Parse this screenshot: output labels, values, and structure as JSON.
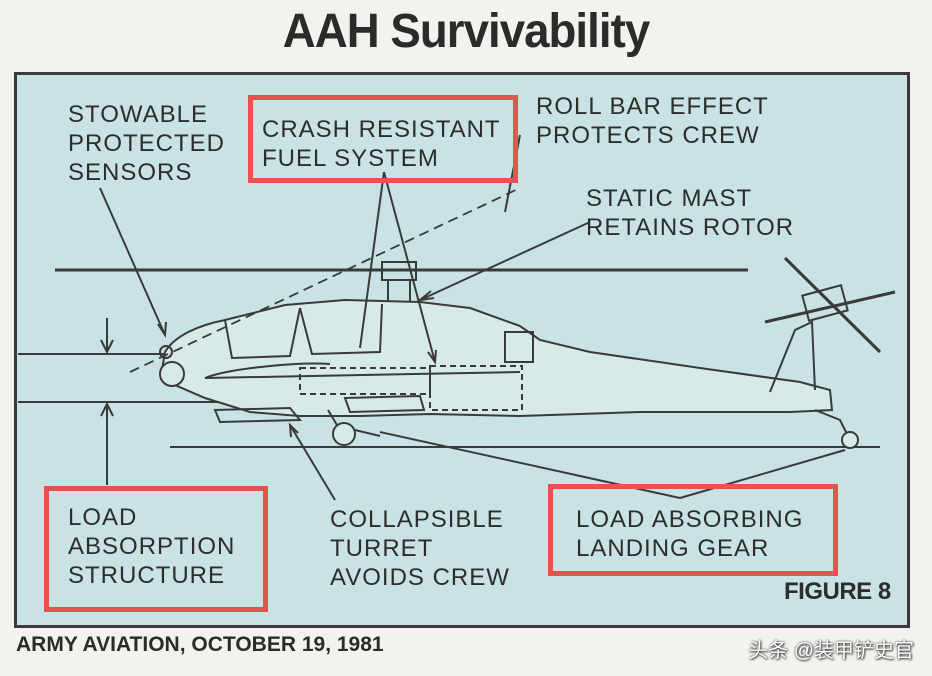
{
  "title": "AAH Survivability",
  "labels": {
    "stowable_sensors": "STOWABLE\nPROTECTED\nSENSORS",
    "crash_fuel": "CRASH RESISTANT\nFUEL SYSTEM",
    "roll_bar": "ROLL BAR EFFECT\nPROTECTS CREW",
    "static_mast": "STATIC MAST\nRETAINS ROTOR",
    "load_structure": "LOAD\nABSORPTION\nSTRUCTURE",
    "turret": "COLLAPSIBLE\nTURRET\nAVOIDS CREW",
    "landing_gear": "LOAD ABSORBING\nLANDING GEAR"
  },
  "figure_label": "FIGURE 8",
  "footer": "ARMY AVIATION, OCTOBER 19, 1981",
  "watermark": "头条 @装甲铲史官",
  "colors": {
    "panel": "#c9e3e4",
    "highlight": "#e8524f",
    "ink": "#2d2d2d"
  }
}
